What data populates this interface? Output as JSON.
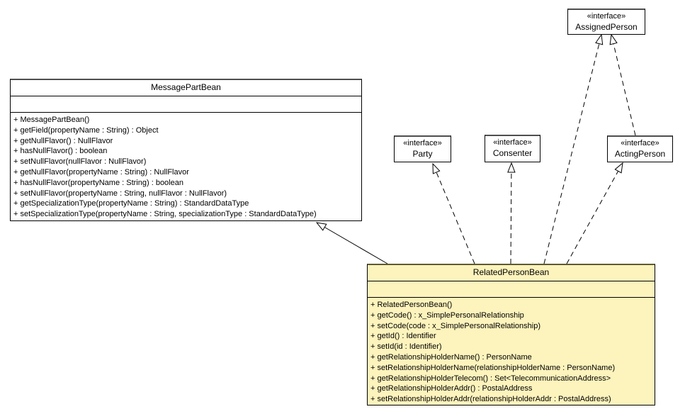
{
  "diagram": {
    "type": "uml-class-diagram",
    "colors": {
      "plain_class_fill": "#ffffff",
      "highlight_class_fill": "#fdf3bc",
      "border": "#000000"
    },
    "classes": [
      {
        "name": "MessagePartBean",
        "attributes": [],
        "methods": [
          "+ MessagePartBean()",
          "+ getField(propertyName : String) : Object",
          "+ getNullFlavor() : NullFlavor",
          "+ hasNullFlavor() : boolean",
          "+ setNullFlavor(nullFlavor : NullFlavor)",
          "+ getNullFlavor(propertyName : String) : NullFlavor",
          "+ hasNullFlavor(propertyName : String) : boolean",
          "+ setNullFlavor(propertyName : String, nullFlavor : NullFlavor)",
          "+ getSpecializationType(propertyName : String) : StandardDataType",
          "+ setSpecializationType(propertyName : String, specializationType : StandardDataType)"
        ]
      },
      {
        "name": "RelatedPersonBean",
        "attributes": [],
        "methods": [
          "+ RelatedPersonBean()",
          "+ getCode() : x_SimplePersonalRelationship",
          "+ setCode(code : x_SimplePersonalRelationship)",
          "+ getId() : Identifier",
          "+ setId(id : Identifier)",
          "+ getRelationshipHolderName() : PersonName",
          "+ setRelationshipHolderName(relationshipHolderName : PersonName)",
          "+ getRelationshipHolderTelecom() : Set<TelecommunicationAddress>",
          "+ getRelationshipHolderAddr() : PostalAddress",
          "+ setRelationshipHolderAddr(relationshipHolderAddr : PostalAddress)"
        ]
      }
    ],
    "interfaces": [
      {
        "stereotype": "«interface»",
        "name": "AssignedPerson"
      },
      {
        "stereotype": "«interface»",
        "name": "Party"
      },
      {
        "stereotype": "«interface»",
        "name": "Consenter"
      },
      {
        "stereotype": "«interface»",
        "name": "ActingPerson"
      }
    ],
    "relationships": [
      {
        "from": "RelatedPersonBean",
        "to": "MessagePartBean",
        "type": "generalization",
        "line": "solid"
      },
      {
        "from": "RelatedPersonBean",
        "to": "Party",
        "type": "realization",
        "line": "dashed"
      },
      {
        "from": "RelatedPersonBean",
        "to": "Consenter",
        "type": "realization",
        "line": "dashed"
      },
      {
        "from": "RelatedPersonBean",
        "to": "AssignedPerson",
        "type": "realization",
        "line": "dashed"
      },
      {
        "from": "RelatedPersonBean",
        "to": "ActingPerson",
        "type": "realization",
        "line": "dashed"
      },
      {
        "from": "ActingPerson",
        "to": "AssignedPerson",
        "type": "generalization",
        "line": "dashed"
      }
    ]
  }
}
